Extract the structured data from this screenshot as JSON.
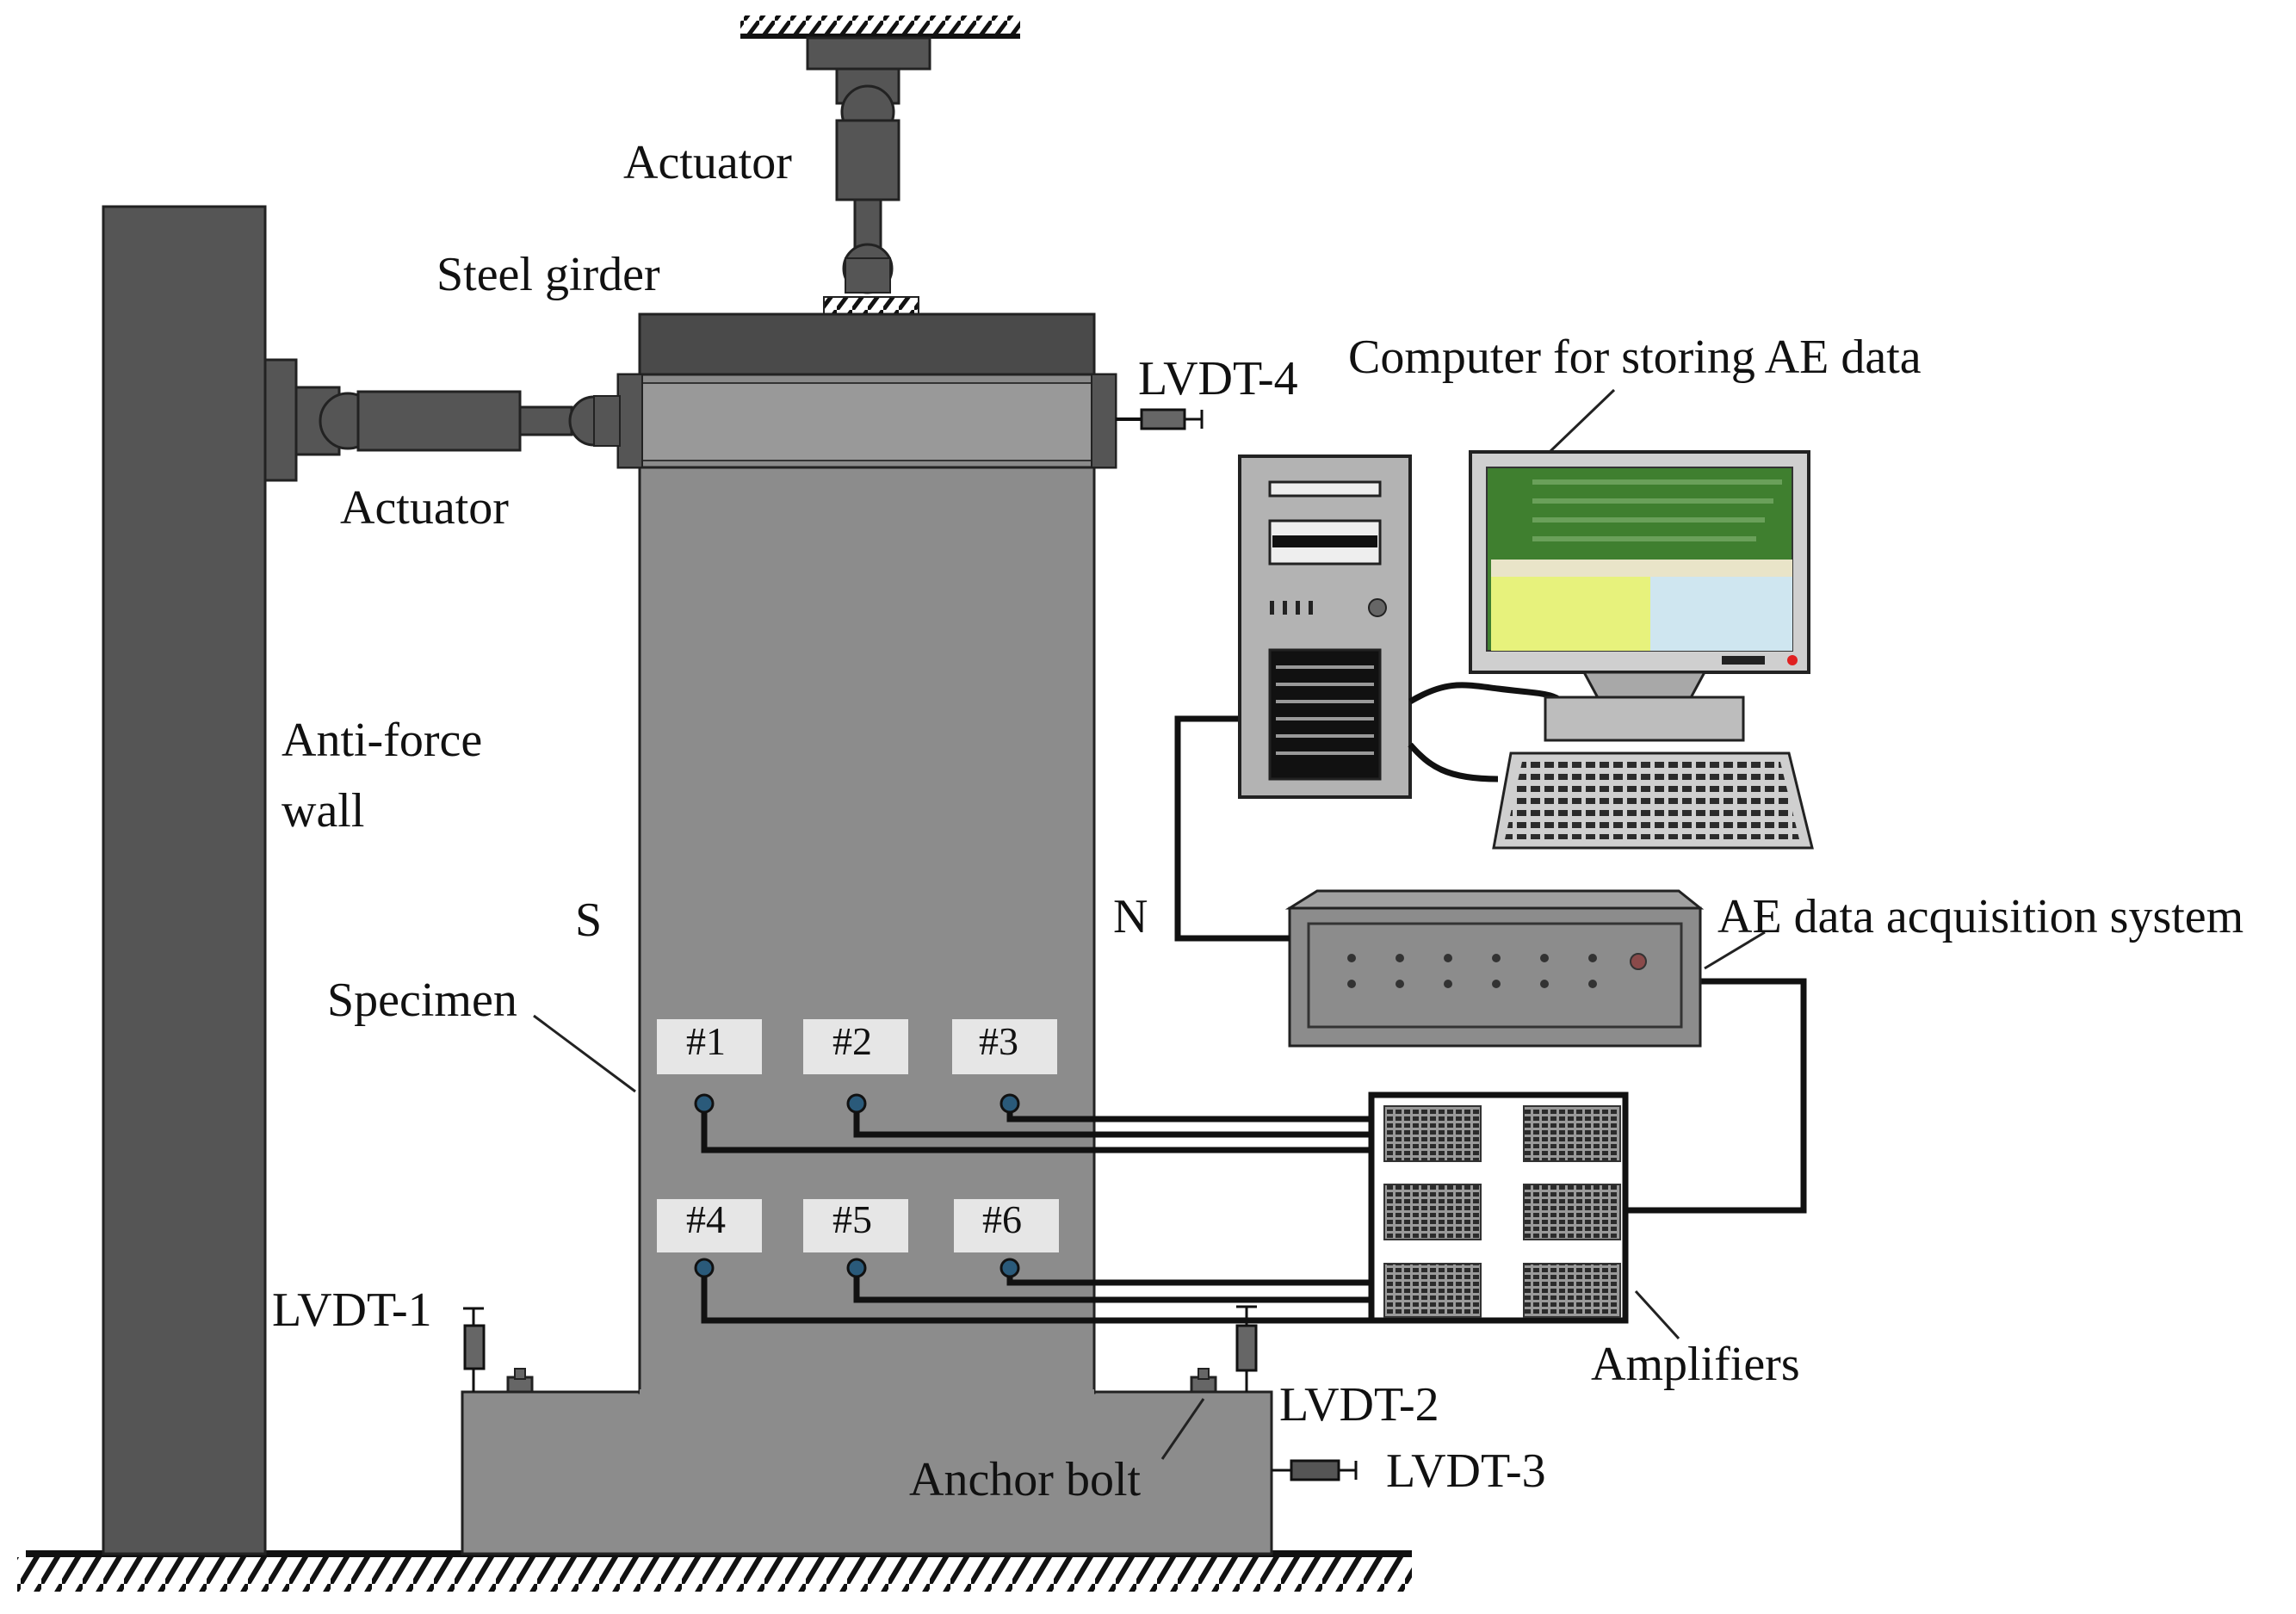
{
  "labels": {
    "actuator_top": "Actuator",
    "steel_girder": "Steel girder",
    "actuator_left": "Actuator",
    "lvdt4": "LVDT-4",
    "computer": "Computer for storing AE data",
    "anti_force_wall_line1": "Anti-force",
    "anti_force_wall_line2": "wall",
    "south": "S",
    "north": "N",
    "ae_system": "AE data acquisition system",
    "specimen": "Specimen",
    "lvdt1": "LVDT-1",
    "lvdt2": "LVDT-2",
    "lvdt3": "LVDT-3",
    "anchor_bolt": "Anchor bolt",
    "amplifiers": "Amplifiers"
  },
  "sensors": [
    "#1",
    "#2",
    "#3",
    "#4",
    "#5",
    "#6"
  ],
  "colors": {
    "wall": "#555555",
    "specimen": "#8c8c8c",
    "girder": "#4a4a4a",
    "actuator": "#555555",
    "line": "#111111",
    "tower": "#b3b3b3",
    "monitor_green": "#3f7f2f",
    "monitor_yellow": "#e7f27c",
    "monitor_blue": "#cfe6f0",
    "sensor": "#2a5a7a",
    "sensor_box": "#e6e6e6"
  }
}
